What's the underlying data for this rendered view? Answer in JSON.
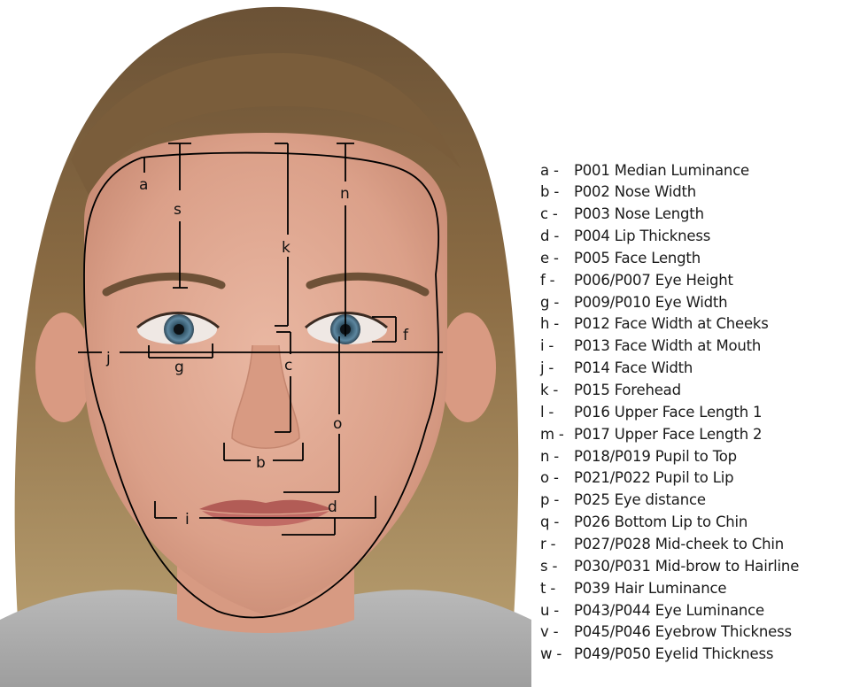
{
  "markers": [
    "a",
    "s",
    "k",
    "n",
    "j",
    "g",
    "c",
    "f",
    "o",
    "b",
    "d",
    "i"
  ],
  "legend": [
    {
      "letter": "a -",
      "text": "P001 Median Luminance"
    },
    {
      "letter": "b -",
      "text": "P002 Nose Width"
    },
    {
      "letter": "c -",
      "text": "P003 Nose Length"
    },
    {
      "letter": "d -",
      "text": "P004 Lip Thickness"
    },
    {
      "letter": "e -",
      "text": "P005 Face Length"
    },
    {
      "letter": "f -",
      "text": "P006/P007 Eye Height"
    },
    {
      "letter": "g -",
      "text": "P009/P010 Eye Width"
    },
    {
      "letter": "h -",
      "text": "P012 Face Width at Cheeks"
    },
    {
      "letter": "i -",
      "text": "P013 Face Width at Mouth"
    },
    {
      "letter": "j -",
      "text": "P014 Face Width"
    },
    {
      "letter": "k -",
      "text": "P015  Forehead"
    },
    {
      "letter": "l -",
      "text": "P016 Upper Face Length 1"
    },
    {
      "letter": "m -",
      "text": "P017 Upper Face Length 2"
    },
    {
      "letter": "n -",
      "text": "P018/P019 Pupil to Top"
    },
    {
      "letter": "o -",
      "text": "P021/P022 Pupil to Lip"
    },
    {
      "letter": "p -",
      "text": "P025 Eye distance"
    },
    {
      "letter": "q -",
      "text": "P026 Bottom Lip to Chin"
    },
    {
      "letter": "r -",
      "text": "P027/P028 Mid-cheek to Chin"
    },
    {
      "letter": "s -",
      "text": "P030/P031 Mid-brow to Hairline"
    },
    {
      "letter": "t -",
      "text": "P039 Hair Luminance"
    },
    {
      "letter": "u -",
      "text": "P043/P044 Eye Luminance"
    },
    {
      "letter": "v -",
      "text": "P045/P046 Eyebrow Thickness"
    },
    {
      "letter": "w -",
      "text": "P049/P050 Eyelid Thickness"
    }
  ]
}
